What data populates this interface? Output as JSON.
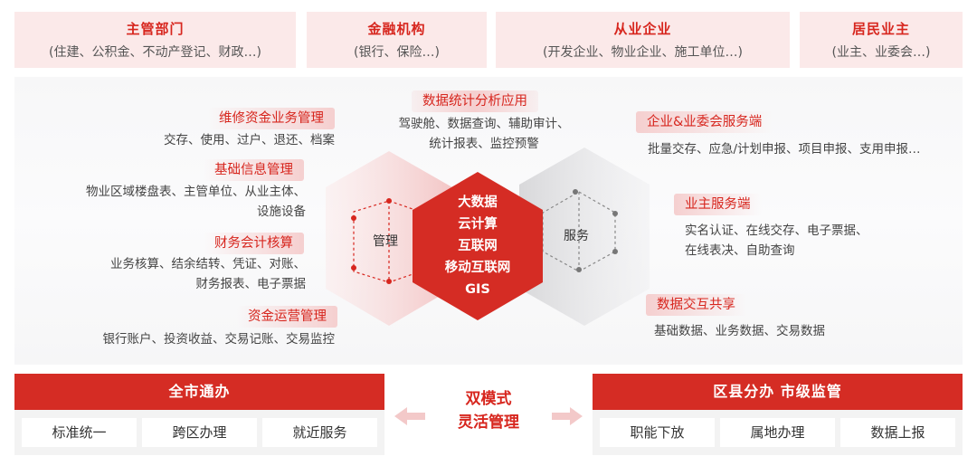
{
  "stakeholders": [
    {
      "title": "主管部门",
      "sub": "(住建、公积金、不动产登记、财政…)"
    },
    {
      "title": "金融机构",
      "sub": "(银行、保险…)"
    },
    {
      "title": "从业企业",
      "sub": "(开发企业、物业企业、施工单位…)"
    },
    {
      "title": "居民业主",
      "sub": "(业主、业委会…)"
    }
  ],
  "left_modules": [
    {
      "title": "维修资金业务管理",
      "desc": [
        "交存、使用、过户、退还、档案"
      ]
    },
    {
      "title": "基础信息管理",
      "desc": [
        "物业区域楼盘表、主管单位、从业主体、",
        "设施设备"
      ]
    },
    {
      "title": "财务会计核算",
      "desc": [
        "业务核算、结余结转、凭证、对账、",
        "财务报表、电子票据"
      ]
    },
    {
      "title": "资金运营管理",
      "desc": [
        "银行账户、投资收益、交易记账、交易监控"
      ]
    }
  ],
  "center_module": {
    "title": "数据统计分析应用",
    "desc": [
      "驾驶舱、数据查询、辅助审计、",
      "统计报表、监控预警"
    ]
  },
  "right_modules": [
    {
      "title": "企业&业委会服务端",
      "desc": [
        "批量交存、应急/计划申报、项目申报、支用申报…"
      ]
    },
    {
      "title": "业主服务端",
      "desc": [
        "实名认证、在线交存、电子票据、",
        "在线表决、自助查询"
      ]
    },
    {
      "title": "数据交互共享",
      "desc": [
        "基础数据、业务数据、交易数据"
      ]
    }
  ],
  "hexagons": {
    "left_label": "管理",
    "right_label": "服务",
    "core": [
      "大数据",
      "云计算",
      "互联网",
      "移动互联网",
      "GIS"
    ]
  },
  "bottom": {
    "left": {
      "title": "全市通办",
      "items": [
        "标准统一",
        "跨区办理",
        "就近服务"
      ]
    },
    "middle": [
      "双模式",
      "灵活管理"
    ],
    "right": {
      "title": "区县分办 市级监管",
      "items": [
        "职能下放",
        "属地办理",
        "数据上报"
      ]
    }
  },
  "colors": {
    "accent": "#d7261e",
    "accent_light": "#fbe9e9",
    "band_head": "#d52c24"
  }
}
